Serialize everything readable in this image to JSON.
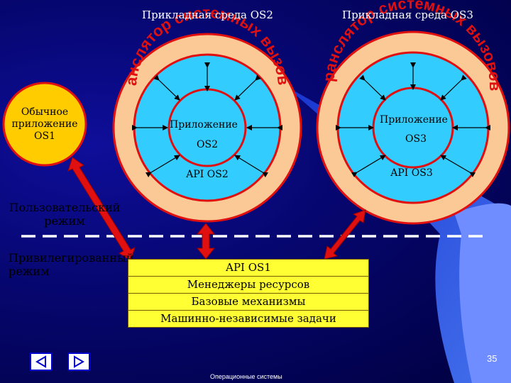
{
  "titles": {
    "os2": "Прикладная среда OS2",
    "os3": "Прикладная среда OS3"
  },
  "translator_text": "Транслятор системных вызовов",
  "os1_app": {
    "line1": "Обычное",
    "line2": "приложение",
    "line3": "OS1"
  },
  "os2": {
    "app": "Приложение",
    "name": "OS2",
    "api": "API OS2"
  },
  "os3": {
    "app": "Приложение",
    "name": "OS3",
    "api": "API OS3"
  },
  "modes": {
    "user_line1": "Пользовательский",
    "user_line2": "режим",
    "priv_line1": "Привилегированный",
    "priv_line2": "режим"
  },
  "kernel_layers": [
    "API OS1",
    "Менеджеры ресурсов",
    "Базовые механизмы",
    "Машинно-независимые задачи"
  ],
  "page_number": "35",
  "footer": "Операционные системы",
  "colors": {
    "background": "#06066e",
    "outer_ring": "#fbc995",
    "inner_ring": "#33ccff",
    "border": "#e01010",
    "os1_app_fill": "#ffcc00",
    "kernel_fill": "#ffff33",
    "arrow_red": "#e01010"
  },
  "icons": [
    "nav-back-icon",
    "nav-forward-icon"
  ]
}
